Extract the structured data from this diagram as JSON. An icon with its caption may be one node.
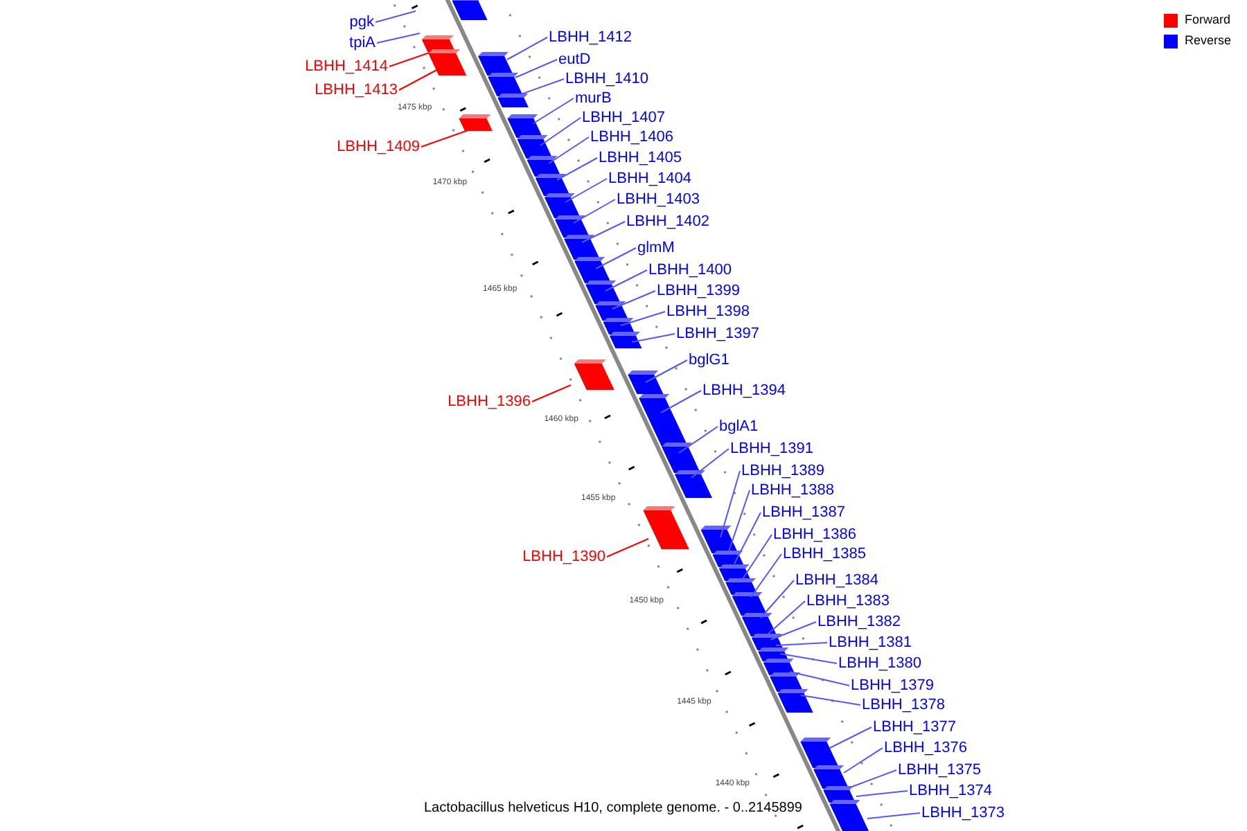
{
  "diagram": {
    "caption": "Lactobacillus helveticus H10, complete genome. - 0..2145899",
    "nodes": [
      {
        "text": [
          "pgk"
        ]
      },
      {
        "text": [
          "LBHH_1412"
        ]
      },
      {
        "text": [
          "tpiA"
        ]
      },
      {
        "text": [
          "eutD"
        ]
      },
      {
        "text": [
          "LBHH_1414"
        ]
      },
      {
        "text": [
          "LBHH_1410"
        ]
      },
      {
        "text": [
          "LBHH_1413"
        ]
      },
      {
        "text": [
          "murB"
        ]
      },
      {
        "text": [
          "LBHH_1407"
        ]
      },
      {
        "text": [
          "LBHH_1406"
        ]
      },
      {
        "text": [
          "LBHH_1409"
        ]
      },
      {
        "text": [
          "LBHH_1405"
        ]
      },
      {
        "text": [
          "LBHH_1404"
        ]
      },
      {
        "text": [
          "LBHH_1403"
        ]
      },
      {
        "text": [
          "LBHH_1402"
        ]
      },
      {
        "text": [
          "glmM"
        ]
      },
      {
        "text": [
          "LBHH_1400"
        ]
      },
      {
        "text": [
          "LBHH_1399"
        ]
      },
      {
        "text": [
          "LBHH_1398"
        ]
      },
      {
        "text": [
          "LBHH_1397"
        ]
      },
      {
        "text": [
          "bglG1"
        ]
      },
      {
        "text": [
          "LBHH_1394"
        ]
      },
      {
        "text": [
          "LBHH_1396"
        ]
      },
      {
        "text": [
          "bglA1"
        ]
      },
      {
        "text": [
          "LBHH_1391"
        ]
      },
      {
        "text": [
          "LBHH_1389"
        ]
      },
      {
        "text": [
          "LBHH_1388"
        ]
      },
      {
        "text": [
          "LBHH_1387"
        ]
      },
      {
        "text": [
          "LBHH_1386"
        ]
      },
      {
        "text": [
          "LBHH_1385"
        ]
      },
      {
        "text": [
          "LBHH_1390"
        ]
      },
      {
        "text": [
          "LBHH_1384"
        ]
      },
      {
        "text": [
          "LBHH_1383"
        ]
      },
      {
        "text": [
          "LBHH_1382"
        ]
      },
      {
        "text": [
          "LBHH_1381"
        ]
      },
      {
        "text": [
          "LBHH_1380"
        ]
      },
      {
        "text": [
          "LBHH_1379"
        ]
      },
      {
        "text": [
          "LBHH_1378"
        ]
      },
      {
        "text": [
          "LBHH_1377"
        ]
      },
      {
        "text": [
          "LBHH_1376"
        ]
      },
      {
        "text": [
          "LBHH_1375"
        ]
      },
      {
        "text": [
          "LBHH_1374"
        ]
      },
      {
        "text": [
          "LBHH_1373"
        ]
      }
    ],
    "edges": [
      {
        "from": 0,
        "to": null,
        "arrow": "none"
      },
      {
        "from": 1,
        "to": null,
        "arrow": "none"
      },
      {
        "from": 2,
        "to": null,
        "arrow": "none"
      },
      {
        "from": 3,
        "to": null,
        "arrow": "none"
      },
      {
        "from": 4,
        "to": null,
        "arrow": "none",
        "color": "#ff0000"
      },
      {
        "from": 5,
        "to": null,
        "arrow": "none"
      },
      {
        "from": 6,
        "to": null,
        "arrow": "none",
        "color": "#ff0000"
      },
      {
        "from": 7,
        "to": null,
        "arrow": "none"
      },
      {
        "from": 8,
        "to": null,
        "arrow": "none"
      },
      {
        "from": 9,
        "to": null,
        "arrow": "none"
      },
      {
        "from": 10,
        "to": null,
        "arrow": "none",
        "color": "#ff0000"
      },
      {
        "from": 11,
        "to": null,
        "arrow": "none"
      },
      {
        "from": 12,
        "to": null,
        "arrow": "none"
      },
      {
        "from": 13,
        "to": null,
        "arrow": "none"
      },
      {
        "from": 14,
        "to": null,
        "arrow": "none"
      },
      {
        "from": 15,
        "to": null,
        "arrow": "none"
      },
      {
        "from": 16,
        "to": null,
        "arrow": "none"
      },
      {
        "from": 17,
        "to": null,
        "arrow": "none"
      },
      {
        "from": 18,
        "to": null,
        "arrow": "none"
      },
      {
        "from": 19,
        "to": null,
        "arrow": "none"
      },
      {
        "from": 20,
        "to": null,
        "arrow": "none"
      },
      {
        "from": 21,
        "to": null,
        "arrow": "none"
      },
      {
        "from": 22,
        "to": null,
        "arrow": "none",
        "color": "#ff0000"
      },
      {
        "from": 23,
        "to": null,
        "arrow": "none"
      },
      {
        "from": 24,
        "to": null,
        "arrow": "none"
      },
      {
        "from": 25,
        "to": null,
        "arrow": "none"
      },
      {
        "from": 26,
        "to": null,
        "arrow": "none"
      },
      {
        "from": 27,
        "to": null,
        "arrow": "none"
      },
      {
        "from": 28,
        "to": null,
        "arrow": "none"
      },
      {
        "from": 29,
        "to": null,
        "arrow": "none"
      },
      {
        "from": 30,
        "to": null,
        "arrow": "none",
        "color": "#ff0000"
      },
      {
        "from": 31,
        "to": null,
        "arrow": "none"
      },
      {
        "from": 32,
        "to": null,
        "arrow": "none"
      },
      {
        "from": 33,
        "to": null,
        "arrow": "none"
      },
      {
        "from": 34,
        "to": null,
        "arrow": "none"
      },
      {
        "from": 35,
        "to": null,
        "arrow": "none"
      },
      {
        "from": 36,
        "to": null,
        "arrow": "none"
      },
      {
        "from": 37,
        "to": null,
        "arrow": "none"
      },
      {
        "from": 38,
        "to": null,
        "arrow": "none"
      },
      {
        "from": 39,
        "to": null,
        "arrow": "none"
      },
      {
        "from": 40,
        "to": null,
        "arrow": "none"
      },
      {
        "from": 41,
        "to": null,
        "arrow": "none"
      },
      {
        "from": 42,
        "to": null,
        "arrow": "none"
      }
    ],
    "labels": [
      "1475 kbp",
      "1470 kbp",
      "1465 kbp",
      "1460 kbp",
      "1455 kbp",
      "1450 kbp",
      "1445 kbp",
      "1440 kbp"
    ],
    "legend": [
      {
        "text": "Forward",
        "color": "#ff0000"
      },
      {
        "text": "Reverse",
        "color": "#0000ff"
      }
    ]
  }
}
